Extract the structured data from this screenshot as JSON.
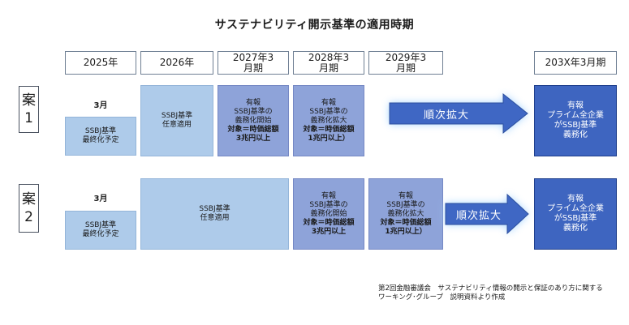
{
  "title": "サステナビリティ開示基準の適用時期",
  "headers": [
    "2025年",
    "2026年",
    "2027年3月期",
    "2028年3月期",
    "2029年3月期",
    "203X年3月期"
  ],
  "rows": [
    {
      "label_top": "案",
      "label_bottom": "1",
      "month": "3月",
      "box_2025": [
        "SSBJ基準",
        "最終化予定"
      ],
      "box_2026": [
        "SSBJ基準",
        "任意適用"
      ],
      "box_2027": [
        "有報",
        "SSBJ基準の",
        "義務化開始",
        "対象＝時価総額",
        "3兆円以上"
      ],
      "box_2028": [
        "有報",
        "SSBJ基準の",
        "義務化拡大",
        "対象＝時価総額",
        "1兆円以上）"
      ],
      "arrow": "順次拡大",
      "box_final": [
        "有報",
        "プライム全企業",
        "がSSBJ基準",
        "義務化"
      ]
    },
    {
      "label_top": "案",
      "label_bottom": "2",
      "month": "3月",
      "box_2025": [
        "SSBJ基準",
        "最終化予定"
      ],
      "box_2026": [
        "SSBJ基準",
        "任意適用"
      ],
      "box_2028": [
        "有報",
        "SSBJ基準の",
        "義務化開始",
        "対象＝時価総額",
        "3兆円以上"
      ],
      "box_2029": [
        "有報",
        "SSBJ基準の",
        "義務化拡大",
        "対象＝時価総額",
        "1兆円以上）"
      ],
      "arrow": "順次拡大",
      "box_final": [
        "有報",
        "プライム全企業",
        "がSSBJ基準",
        "義務化"
      ]
    }
  ],
  "source": [
    "第2回金融審議会　サステナビリティ情報の開示と保証のあり方に関する",
    "ワーキング･グループ　説明資料より作成"
  ],
  "colors": {
    "light_box": "#aecbea",
    "mid_box": "#8ea3d9",
    "dark_box": "#3e65c0",
    "arrow": "#3f67c4",
    "arrow_glow": "#9fd0ff"
  }
}
